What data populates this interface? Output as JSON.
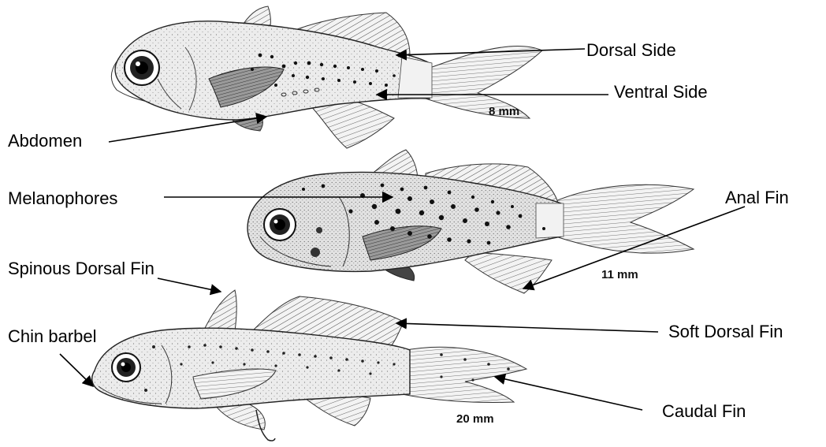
{
  "labels": {
    "dorsal_side": "Dorsal Side",
    "ventral_side": "Ventral Side",
    "abdomen": "Abdomen",
    "melanophores": "Melanophores",
    "anal_fin": "Anal Fin",
    "spinous_dorsal_fin": "Spinous Dorsal Fin",
    "chin_barbel": "Chin barbel",
    "soft_dorsal_fin": "Soft Dorsal Fin",
    "caudal_fin": "Caudal Fin"
  },
  "scales": {
    "larva_1": "8 mm",
    "larva_2": "11 mm",
    "larva_3": "20 mm"
  },
  "colors": {
    "ink": "#1a1a1a",
    "body_fill": "#e9e9e9",
    "fin_fill": "#f4f4f4",
    "melanophore": "#111111"
  }
}
